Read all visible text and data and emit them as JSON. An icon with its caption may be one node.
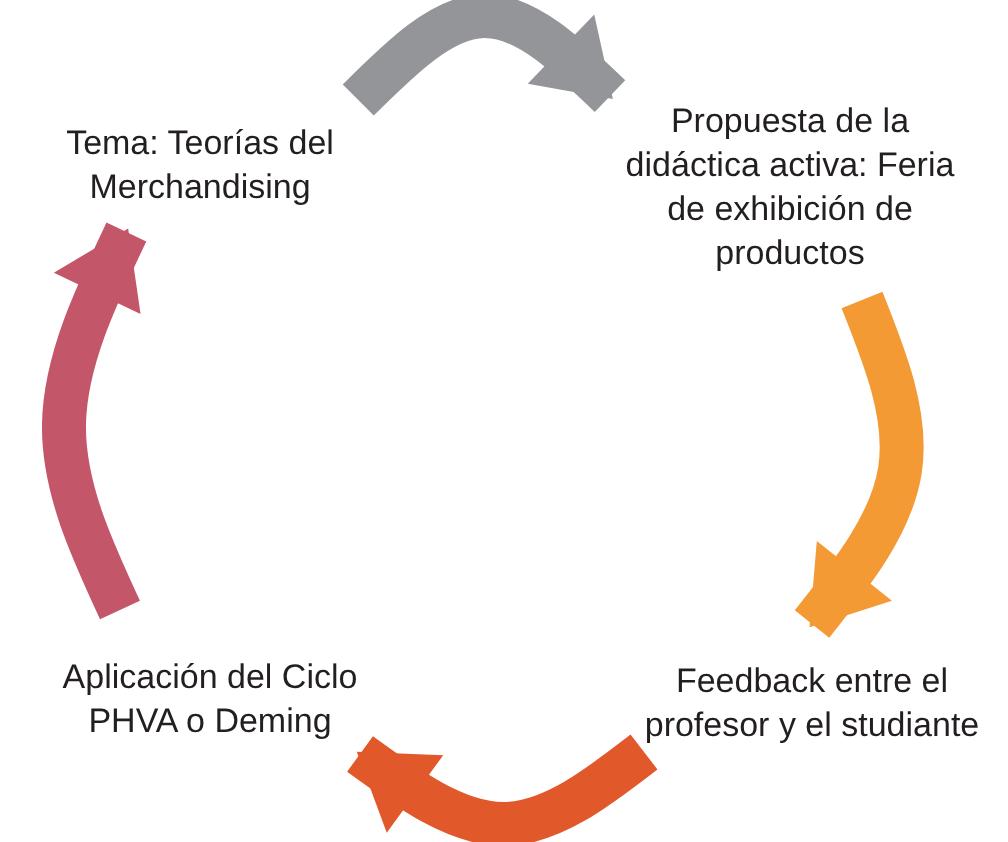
{
  "diagram": {
    "nodes": [
      {
        "text": [
          "Tema: Teorías del Merchandising"
        ]
      },
      {
        "text": [
          "Propuesta de la didáctica activa: Feria de exhibición de productos"
        ]
      },
      {
        "text": [
          "Feedback entre el profesor y el studiante"
        ]
      },
      {
        "text": [
          "Aplicación del Ciclo PHVA o Deming"
        ]
      }
    ],
    "edges": [
      {
        "from": 0,
        "to": 1,
        "arrow": "to",
        "color": "#939598"
      },
      {
        "from": 1,
        "to": 2,
        "arrow": "to",
        "color": "#f39a34"
      },
      {
        "from": 2,
        "to": 3,
        "arrow": "to",
        "color": "#e1592b"
      },
      {
        "from": 3,
        "to": 0,
        "arrow": "to",
        "color": "#c4566a"
      }
    ]
  }
}
